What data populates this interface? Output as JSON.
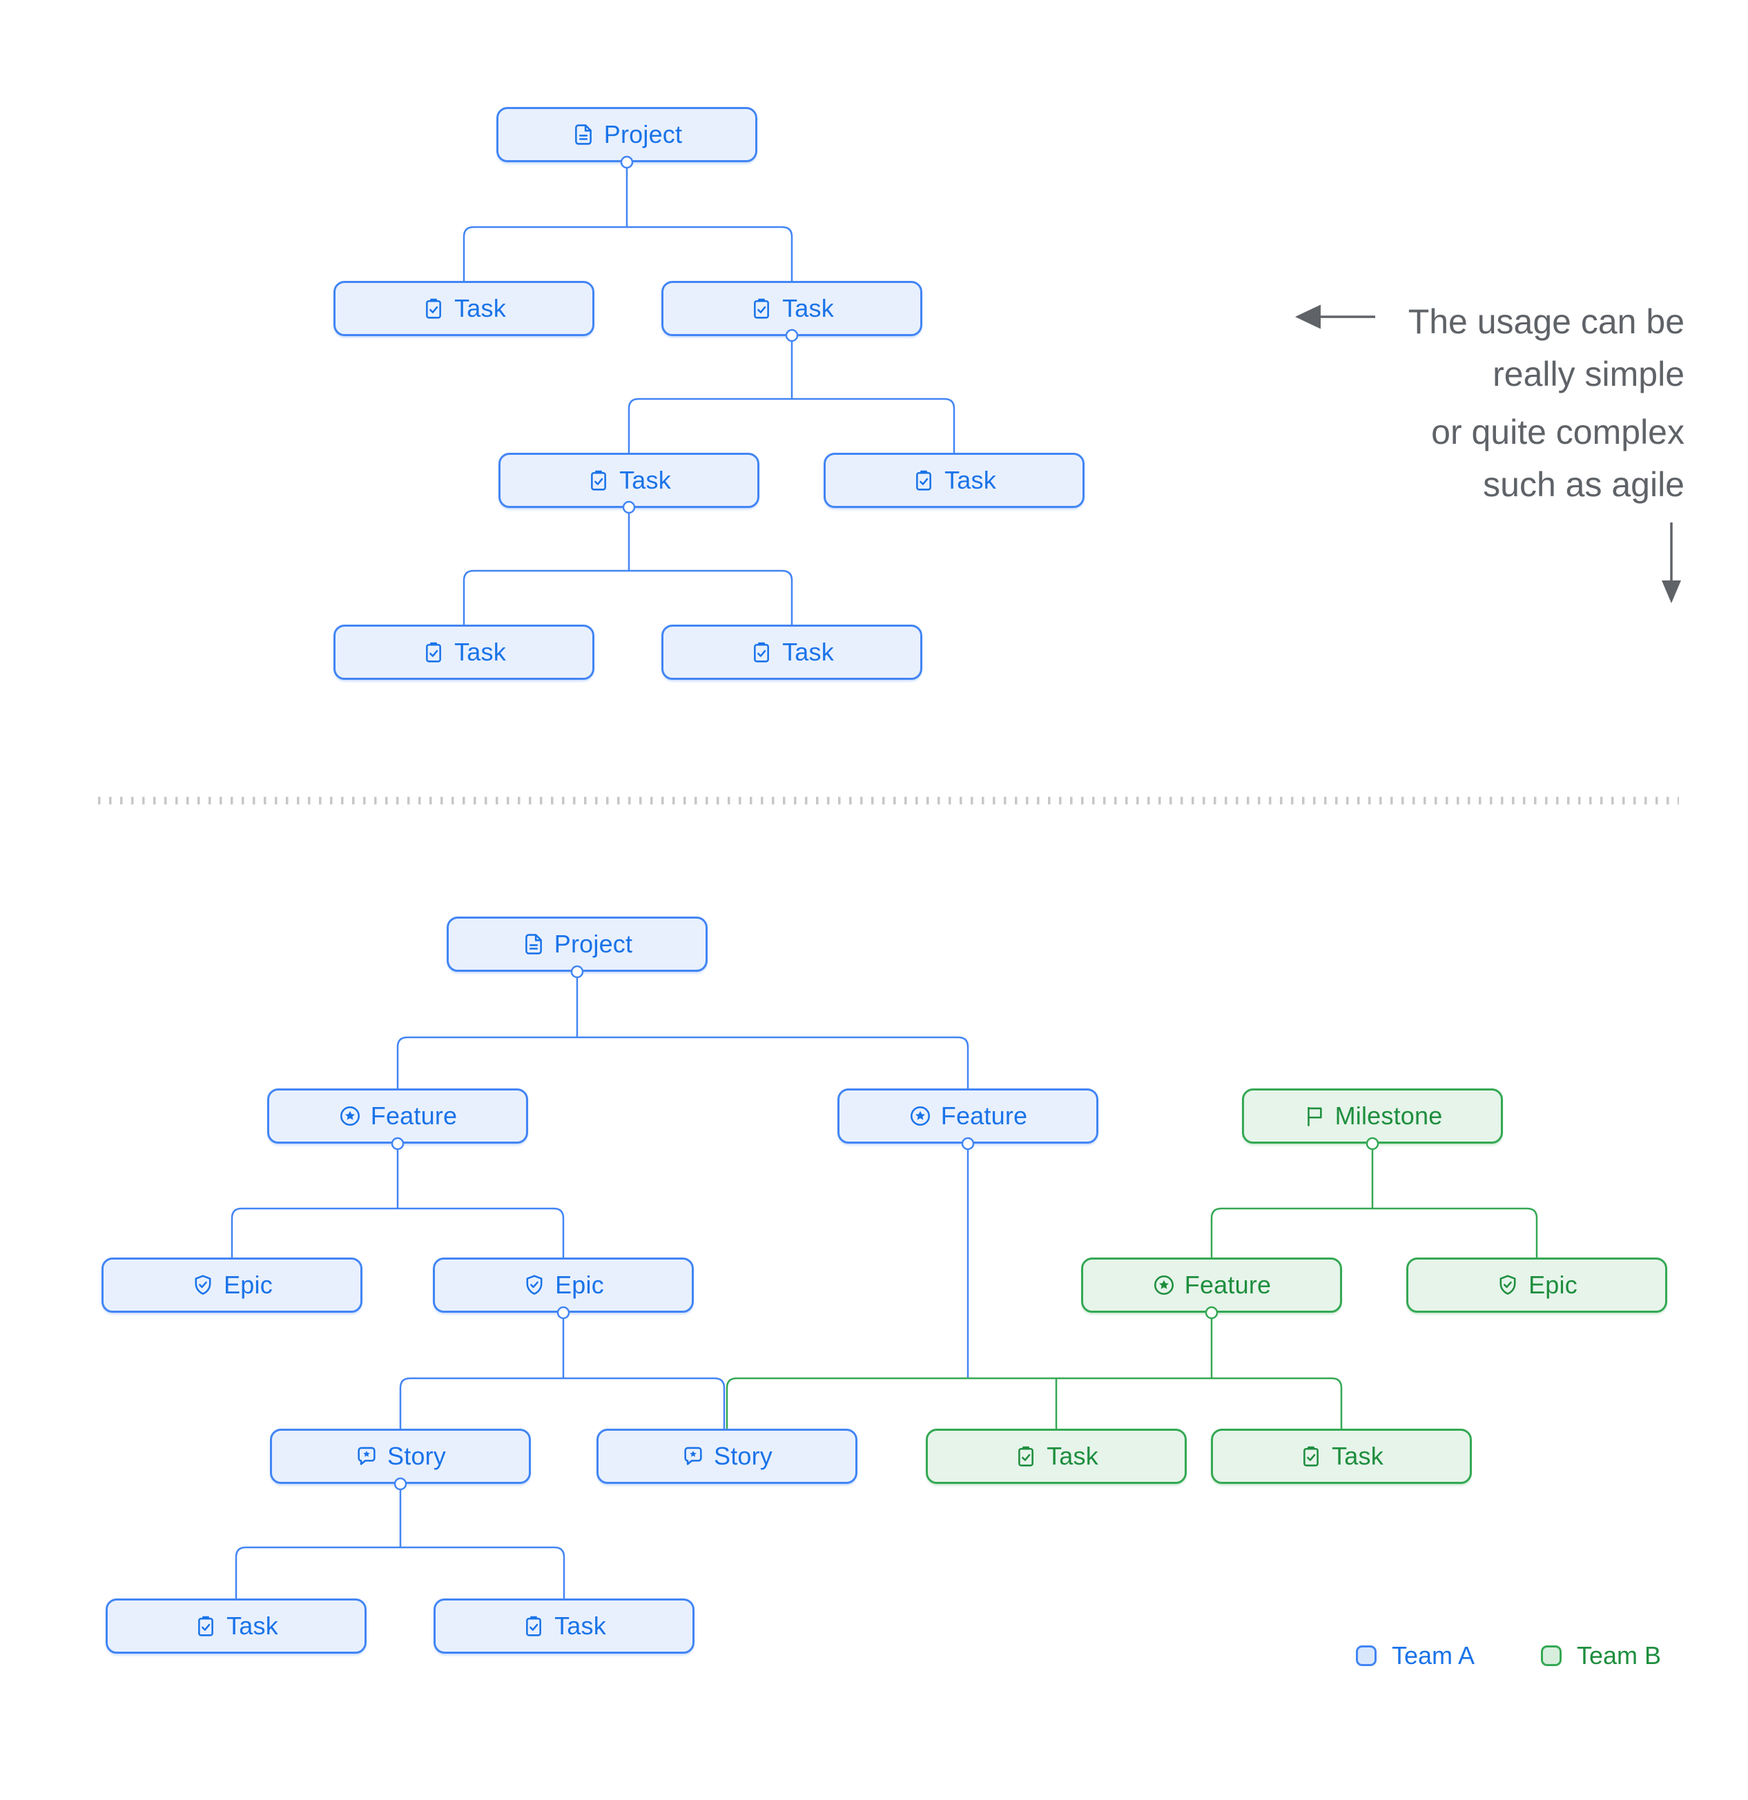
{
  "colors": {
    "team_a_border": "#4285F4",
    "team_a_fill": "#E8F0FE",
    "team_a_text": "#1A73E8",
    "team_b_border": "#34A853",
    "team_b_fill": "#E6F4EA",
    "team_b_text": "#1E8E3E",
    "annotation_text": "#5F6368",
    "divider": "#C7C7C7"
  },
  "annotation": {
    "lines": [
      "The usage can be",
      "really simple",
      "or quite complex",
      "such as agile"
    ]
  },
  "legend": {
    "items": [
      {
        "label": "Team A",
        "color": "#4285F4"
      },
      {
        "label": "Team B",
        "color": "#34A853"
      }
    ]
  },
  "simple_tree": {
    "nodes": [
      {
        "label": "Project",
        "icon": "document-icon",
        "team": "A"
      },
      {
        "label": "Task",
        "icon": "task-icon",
        "team": "A"
      },
      {
        "label": "Task",
        "icon": "task-icon",
        "team": "A"
      },
      {
        "label": "Task",
        "icon": "task-icon",
        "team": "A"
      },
      {
        "label": "Task",
        "icon": "task-icon",
        "team": "A"
      },
      {
        "label": "Task",
        "icon": "task-icon",
        "team": "A"
      },
      {
        "label": "Task",
        "icon": "task-icon",
        "team": "A"
      }
    ]
  },
  "complex_tree": {
    "nodes": [
      {
        "label": "Project",
        "icon": "document-icon",
        "team": "A"
      },
      {
        "label": "Feature",
        "icon": "feature-icon",
        "team": "A"
      },
      {
        "label": "Feature",
        "icon": "feature-icon",
        "team": "A"
      },
      {
        "label": "Milestone",
        "icon": "flag-icon",
        "team": "B"
      },
      {
        "label": "Epic",
        "icon": "epic-icon",
        "team": "A"
      },
      {
        "label": "Epic",
        "icon": "epic-icon",
        "team": "A"
      },
      {
        "label": "Feature",
        "icon": "feature-icon",
        "team": "B"
      },
      {
        "label": "Epic",
        "icon": "epic-icon",
        "team": "B"
      },
      {
        "label": "Story",
        "icon": "story-icon",
        "team": "A"
      },
      {
        "label": "Story",
        "icon": "story-icon",
        "team": "A"
      },
      {
        "label": "Task",
        "icon": "task-icon",
        "team": "B"
      },
      {
        "label": "Task",
        "icon": "task-icon",
        "team": "B"
      },
      {
        "label": "Task",
        "icon": "task-icon",
        "team": "A"
      },
      {
        "label": "Task",
        "icon": "task-icon",
        "team": "A"
      }
    ]
  }
}
